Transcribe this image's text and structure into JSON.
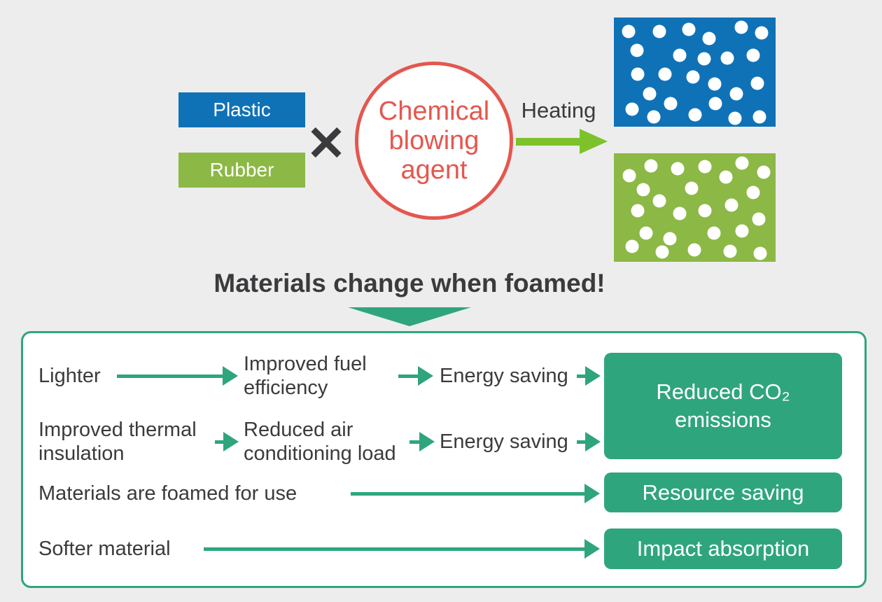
{
  "background": "#ededee",
  "colors": {
    "plastic_blue": "#0f72b7",
    "rubber_green": "#8cb845",
    "foam_dot": "#ffffff",
    "agent_red": "#e4574e",
    "heating_arrow_green": "#7dc22a",
    "teal_accent": "#2fa57e",
    "text_dark": "#3b3b3e",
    "panel_bg": "#ffffff"
  },
  "process": {
    "plastic_label": "Plastic",
    "rubber_label": "Rubber",
    "multiply_sign": "×",
    "agent_lines": [
      "Chemical",
      "blowing",
      "agent"
    ],
    "heating_label": "Heating"
  },
  "foam": {
    "boxes": [
      {
        "id": "fb",
        "color": "#0f72b7",
        "dots": [
          [
            9.1,
            12.8
          ],
          [
            28.1,
            12.8
          ],
          [
            46.5,
            11.1
          ],
          [
            59.0,
            19.3
          ],
          [
            78.7,
            9.2
          ],
          [
            91.4,
            13.9
          ],
          [
            14.4,
            30.0
          ],
          [
            40.7,
            34.7
          ],
          [
            55.7,
            37.5
          ],
          [
            70.1,
            37.0
          ],
          [
            86.0,
            34.7
          ],
          [
            14.7,
            52.0
          ],
          [
            31.4,
            51.8
          ],
          [
            48.9,
            54.6
          ],
          [
            62.2,
            60.6
          ],
          [
            75.8,
            69.6
          ],
          [
            88.9,
            60.0
          ],
          [
            22.0,
            69.6
          ],
          [
            35.0,
            78.6
          ],
          [
            62.9,
            78.6
          ],
          [
            11.2,
            84.2
          ],
          [
            24.7,
            91.0
          ],
          [
            50.1,
            89.3
          ],
          [
            75.1,
            92.1
          ],
          [
            90.2,
            91.0
          ]
        ]
      },
      {
        "id": "fg",
        "color": "#8cb845",
        "dots": [
          [
            9.4,
            20.9
          ],
          [
            23.0,
            11.6
          ],
          [
            39.6,
            14.4
          ],
          [
            56.1,
            12.3
          ],
          [
            79.1,
            9.1
          ],
          [
            92.5,
            17.2
          ],
          [
            18.0,
            33.8
          ],
          [
            28.1,
            44.0
          ],
          [
            47.9,
            32.3
          ],
          [
            69.1,
            22.0
          ],
          [
            86.3,
            36.4
          ],
          [
            14.7,
            52.6
          ],
          [
            40.6,
            55.4
          ],
          [
            56.1,
            52.8
          ],
          [
            72.7,
            47.8
          ],
          [
            89.5,
            60.8
          ],
          [
            20.1,
            73.3
          ],
          [
            34.8,
            78.7
          ],
          [
            61.9,
            73.7
          ],
          [
            79.1,
            71.6
          ],
          [
            11.2,
            85.6
          ],
          [
            29.9,
            91.0
          ],
          [
            49.6,
            88.8
          ],
          [
            71.9,
            90.3
          ],
          [
            90.6,
            92.0
          ]
        ]
      }
    ]
  },
  "headline": "Materials change when foamed!",
  "benefits": {
    "rows": [
      {
        "steps": [
          "Lighter",
          "Improved fuel efficiency",
          "Energy saving"
        ]
      },
      {
        "steps": [
          "Improved thermal insulation",
          "Reduced air conditioning load",
          "Energy saving"
        ]
      },
      {
        "steps": [
          "Materials are foamed for use"
        ]
      },
      {
        "steps": [
          "Softer material"
        ]
      }
    ],
    "results": [
      {
        "lines": [
          "Reduced CO₂",
          "emissions"
        ]
      },
      {
        "lines": [
          "Resource saving"
        ]
      },
      {
        "lines": [
          "Impact absorption"
        ]
      }
    ]
  }
}
